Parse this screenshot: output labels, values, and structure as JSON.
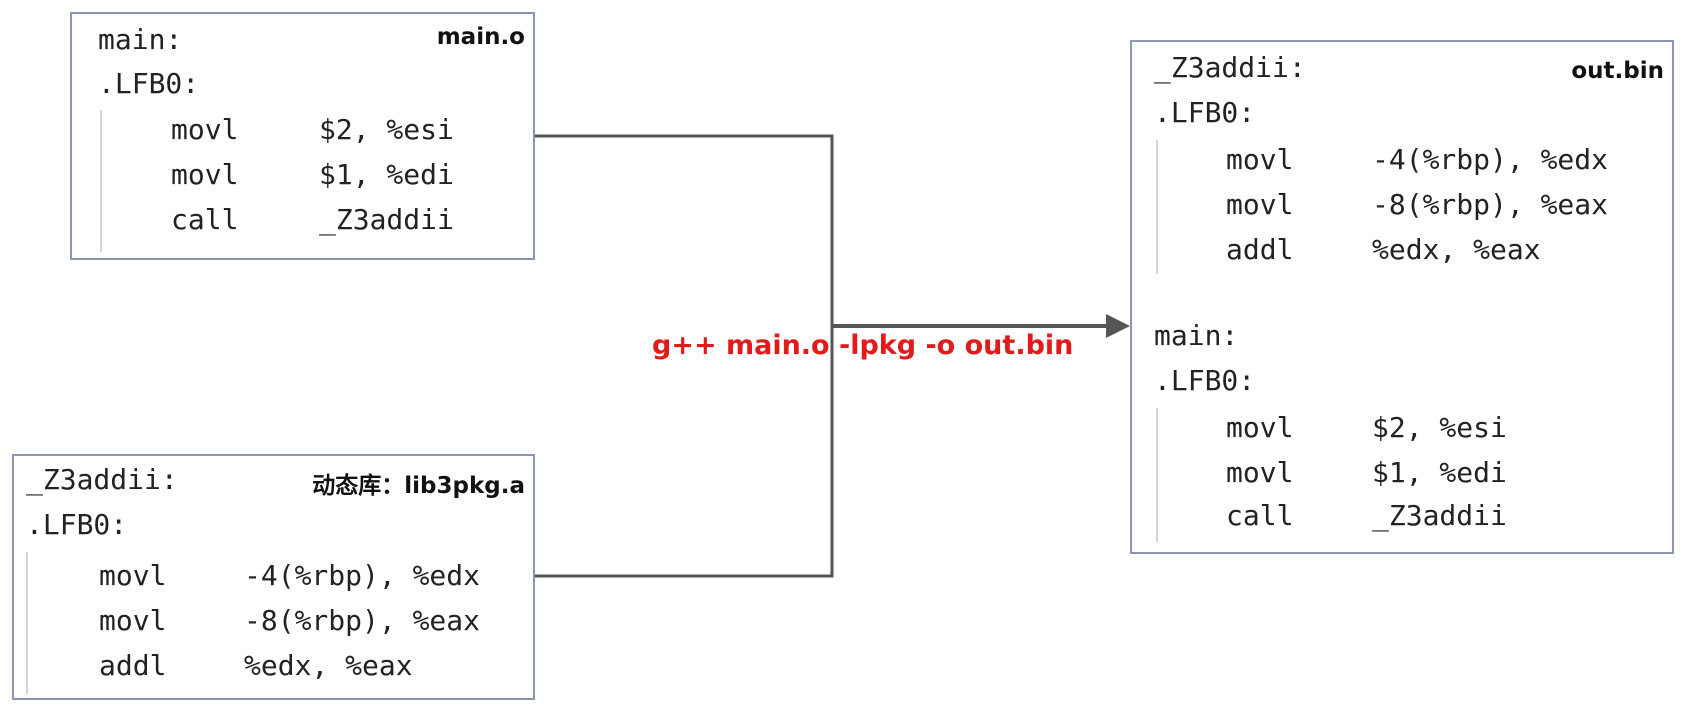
{
  "main_o": {
    "title": "main.o",
    "labels": [
      "main:",
      ".LFB0:"
    ],
    "instructions": [
      {
        "op": "movl",
        "args": "$2, %esi"
      },
      {
        "op": "movl",
        "args": "$1, %edi"
      },
      {
        "op": "call",
        "args": "_Z3addii"
      }
    ]
  },
  "lib": {
    "title": "动态库：lib3pkg.a",
    "labels": [
      "_Z3addii:",
      ".LFB0:"
    ],
    "instructions": [
      {
        "op": "movl",
        "args": "-4(%rbp), %edx"
      },
      {
        "op": "movl",
        "args": "-8(%rbp), %eax"
      },
      {
        "op": "addl",
        "args": "%edx, %eax"
      }
    ]
  },
  "out_bin": {
    "title": "out.bin",
    "section1": {
      "labels": [
        "_Z3addii:",
        ".LFB0:"
      ],
      "instructions": [
        {
          "op": "movl",
          "args": "-4(%rbp), %edx"
        },
        {
          "op": "movl",
          "args": "-8(%rbp), %eax"
        },
        {
          "op": "addl",
          "args": "%edx, %eax"
        }
      ]
    },
    "section2": {
      "labels": [
        "main:",
        ".LFB0:"
      ],
      "instructions": [
        {
          "op": "movl",
          "args": "$2, %esi"
        },
        {
          "op": "movl",
          "args": "$1, %edi"
        },
        {
          "op": "call",
          "args": "_Z3addii"
        }
      ]
    }
  },
  "command": "g++ main.o -lpkg -o out.bin",
  "colors": {
    "border": "#8a94b5",
    "command": "#e21a1a",
    "connector": "#555555"
  }
}
